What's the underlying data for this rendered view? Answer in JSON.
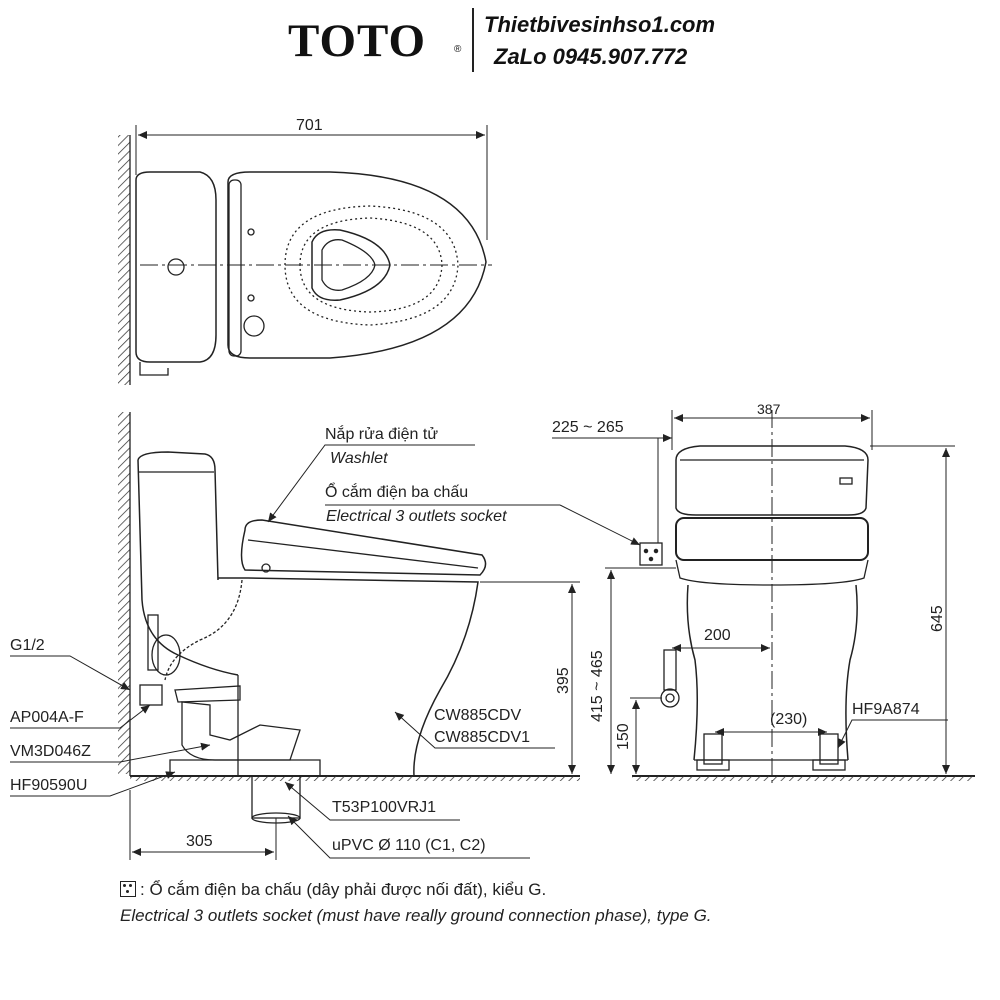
{
  "header": {
    "brand": "TOTO",
    "registered_mark": "®",
    "website": "Thietbivesinhso1.com",
    "contact": "ZaLo 0945.907.772"
  },
  "dimensions": {
    "top_width": "701",
    "side_rough_in": "305",
    "side_height": "395",
    "front_tank_width": "387",
    "front_height": "645",
    "socket_height_range": "225 ~ 265",
    "seat_height_range": "415 ~ 465",
    "supply_offset": "200",
    "supply_height": "150",
    "bolt_spacing": "(230)"
  },
  "labels": {
    "washlet_vi": "Nắp rửa điện tử",
    "washlet_en": "Washlet",
    "socket_vi": "Ổ cắm điện ba chấu",
    "socket_en": "Electrical 3 outlets socket",
    "g12": "G1/2",
    "ap004af": "AP004A-F",
    "vm3d046z": "VM3D046Z",
    "hf90590u": "HF90590U",
    "cw885cdv": "CW885CDV",
    "cw885cdv1": "CW885CDV1",
    "t53p100vrj1": "T53P100VRJ1",
    "upvc": "uPVC Ø 110 (C1, C2)",
    "hf9a874": "HF9A874"
  },
  "footnote": {
    "vi": ": Ổ cắm điện ba chấu (dây phải được nối đất), kiểu G.",
    "en": "Electrical 3 outlets socket (must have really ground connection phase), type G."
  }
}
